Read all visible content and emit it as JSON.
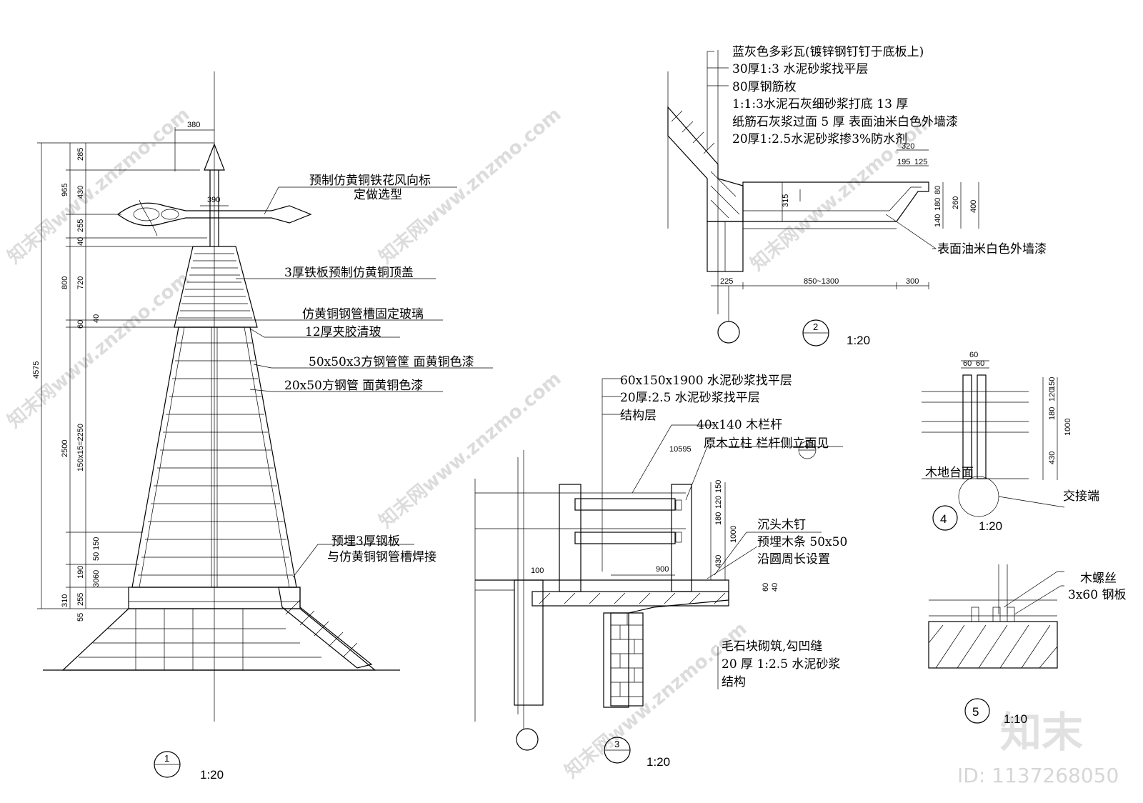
{
  "watermarks": [
    "知末网www.znzmo.com",
    "知末网www.znzmo.com",
    "知末网www.znzmo.com",
    "知末网www.znzmo.com",
    "知末网www.znzmo.com",
    "知末网www.znzmo.com"
  ],
  "brand": {
    "logo": "知末",
    "id": "ID: 1137268050"
  },
  "detail1": {
    "number": "1",
    "scale": "1:20",
    "dims": {
      "top_width": "380",
      "vane_width": "390",
      "total": "4575",
      "d965": "965",
      "d285": "285",
      "d430": "430",
      "d255": "255",
      "d40a": "40",
      "d800": "800",
      "d720": "720",
      "d60": "60",
      "d40b": "40",
      "d2500": "2500",
      "d2250": "150x15=2250",
      "d190": "190",
      "d150": "150",
      "d50": "50",
      "d60b": "60",
      "d30": "30",
      "d310": "310",
      "d255b": "255",
      "d55": "55"
    },
    "notes": {
      "n1a": "预制仿黄铜铁花风向标",
      "n1b": "定做选型",
      "n2": "3厚铁板预制仿黄铜顶盖",
      "n3": "仿黄铜钢管槽固定玻璃",
      "n4": "12厚夹胶清玻",
      "n5": "50x50x3方钢管筐 面黄铜色漆",
      "n6": "20x50方钢管 面黄铜色漆",
      "n7a": "预埋3厚钢板",
      "n7b": "与仿黄铜钢管槽焊接"
    }
  },
  "detail2": {
    "number": "2",
    "scale": "1:20",
    "notes": {
      "n1": "蓝灰色多彩瓦(镀锌钢钉钉于底板上)",
      "n2": "30厚1:3 水泥砂浆找平层",
      "n3": "80厚钢筋枚",
      "n4": "1:1:3水泥石灰细砂浆打底 13 厚",
      "n5": "纸筋石灰浆过面  5 厚  表面油米白色外墙漆",
      "n6": "20厚1:2.5水泥砂浆掺3%防水剂",
      "n7": "表面油米白色外墙漆"
    },
    "dims": {
      "d320": "320",
      "d195": "195",
      "d125": "125",
      "d315": "315",
      "d180": "180",
      "d80": "80",
      "d260": "260",
      "d400": "400",
      "d140": "140",
      "d225": "225",
      "d850": "850~1300",
      "d300": "300"
    }
  },
  "detail3": {
    "number": "3",
    "scale": "1:20",
    "ref": "4",
    "notes": {
      "n1": "60x150x1900 水泥砂浆找平层",
      "n2": "20厚:2.5 水泥砂浆找平层",
      "n3": "结构层",
      "n4": "40x140 木栏杆",
      "n5": "原木立柱 栏杆侧立面见",
      "n6": "沉头木钉",
      "n7": "预埋木条 50x50",
      "n8": "沿圆周长设置",
      "n9": "毛石块砌筑,勾凹缝",
      "n10": "20 厚    1:2.5 水泥砂浆",
      "n11": "结构"
    },
    "dims": {
      "d10595": "10595",
      "d150": "150",
      "d120": "120",
      "d180": "180",
      "d1000": "1000",
      "d430": "430",
      "d900": "900",
      "d100": "100",
      "d60": "60",
      "d40": "40"
    }
  },
  "detail4": {
    "number": "4",
    "scale": "1:20",
    "notes": {
      "n1": "木地台面",
      "n2": "交接端"
    },
    "dims": {
      "d60": "60",
      "d60a": "60",
      "d60b": "60",
      "d150": "150",
      "d120": "120",
      "d180": "180",
      "d430": "430",
      "d1000": "1000"
    }
  },
  "detail5": {
    "number": "5",
    "scale": "1:10",
    "notes": {
      "n1": "木螺丝",
      "n2": "3x60 钢板"
    }
  }
}
